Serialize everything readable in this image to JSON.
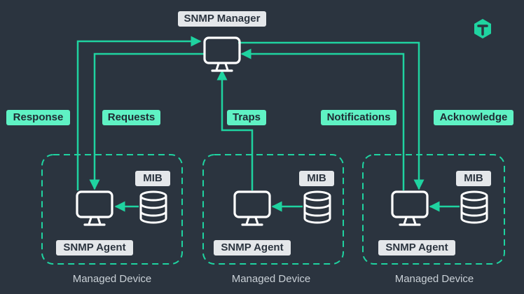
{
  "colors": {
    "background": "#2b343f",
    "accent": "#1fd3a0",
    "label_green": "#5ff2c4",
    "label_grey": "#e4e7ea",
    "icon_white": "#ffffff"
  },
  "manager": {
    "label": "SNMP Manager",
    "icon": "monitor-icon"
  },
  "logo": {
    "icon": "brand-logo-hexagon-icon"
  },
  "flows": [
    {
      "label": "Response",
      "direction": "agent-to-manager",
      "device": 1
    },
    {
      "label": "Requests",
      "direction": "manager-to-agent",
      "device": 1
    },
    {
      "label": "Traps",
      "direction": "agent-to-manager",
      "device": 2
    },
    {
      "label": "Notifications",
      "direction": "agent-to-manager",
      "device": 3
    },
    {
      "label": "Acknowledge",
      "direction": "manager-to-agent",
      "device": 3
    }
  ],
  "devices": [
    {
      "caption": "Managed Device",
      "agent_label": "SNMP Agent",
      "mib_label": "MIB"
    },
    {
      "caption": "Managed Device",
      "agent_label": "SNMP Agent",
      "mib_label": "MIB"
    },
    {
      "caption": "Managed Device",
      "agent_label": "SNMP Agent",
      "mib_label": "MIB"
    }
  ]
}
